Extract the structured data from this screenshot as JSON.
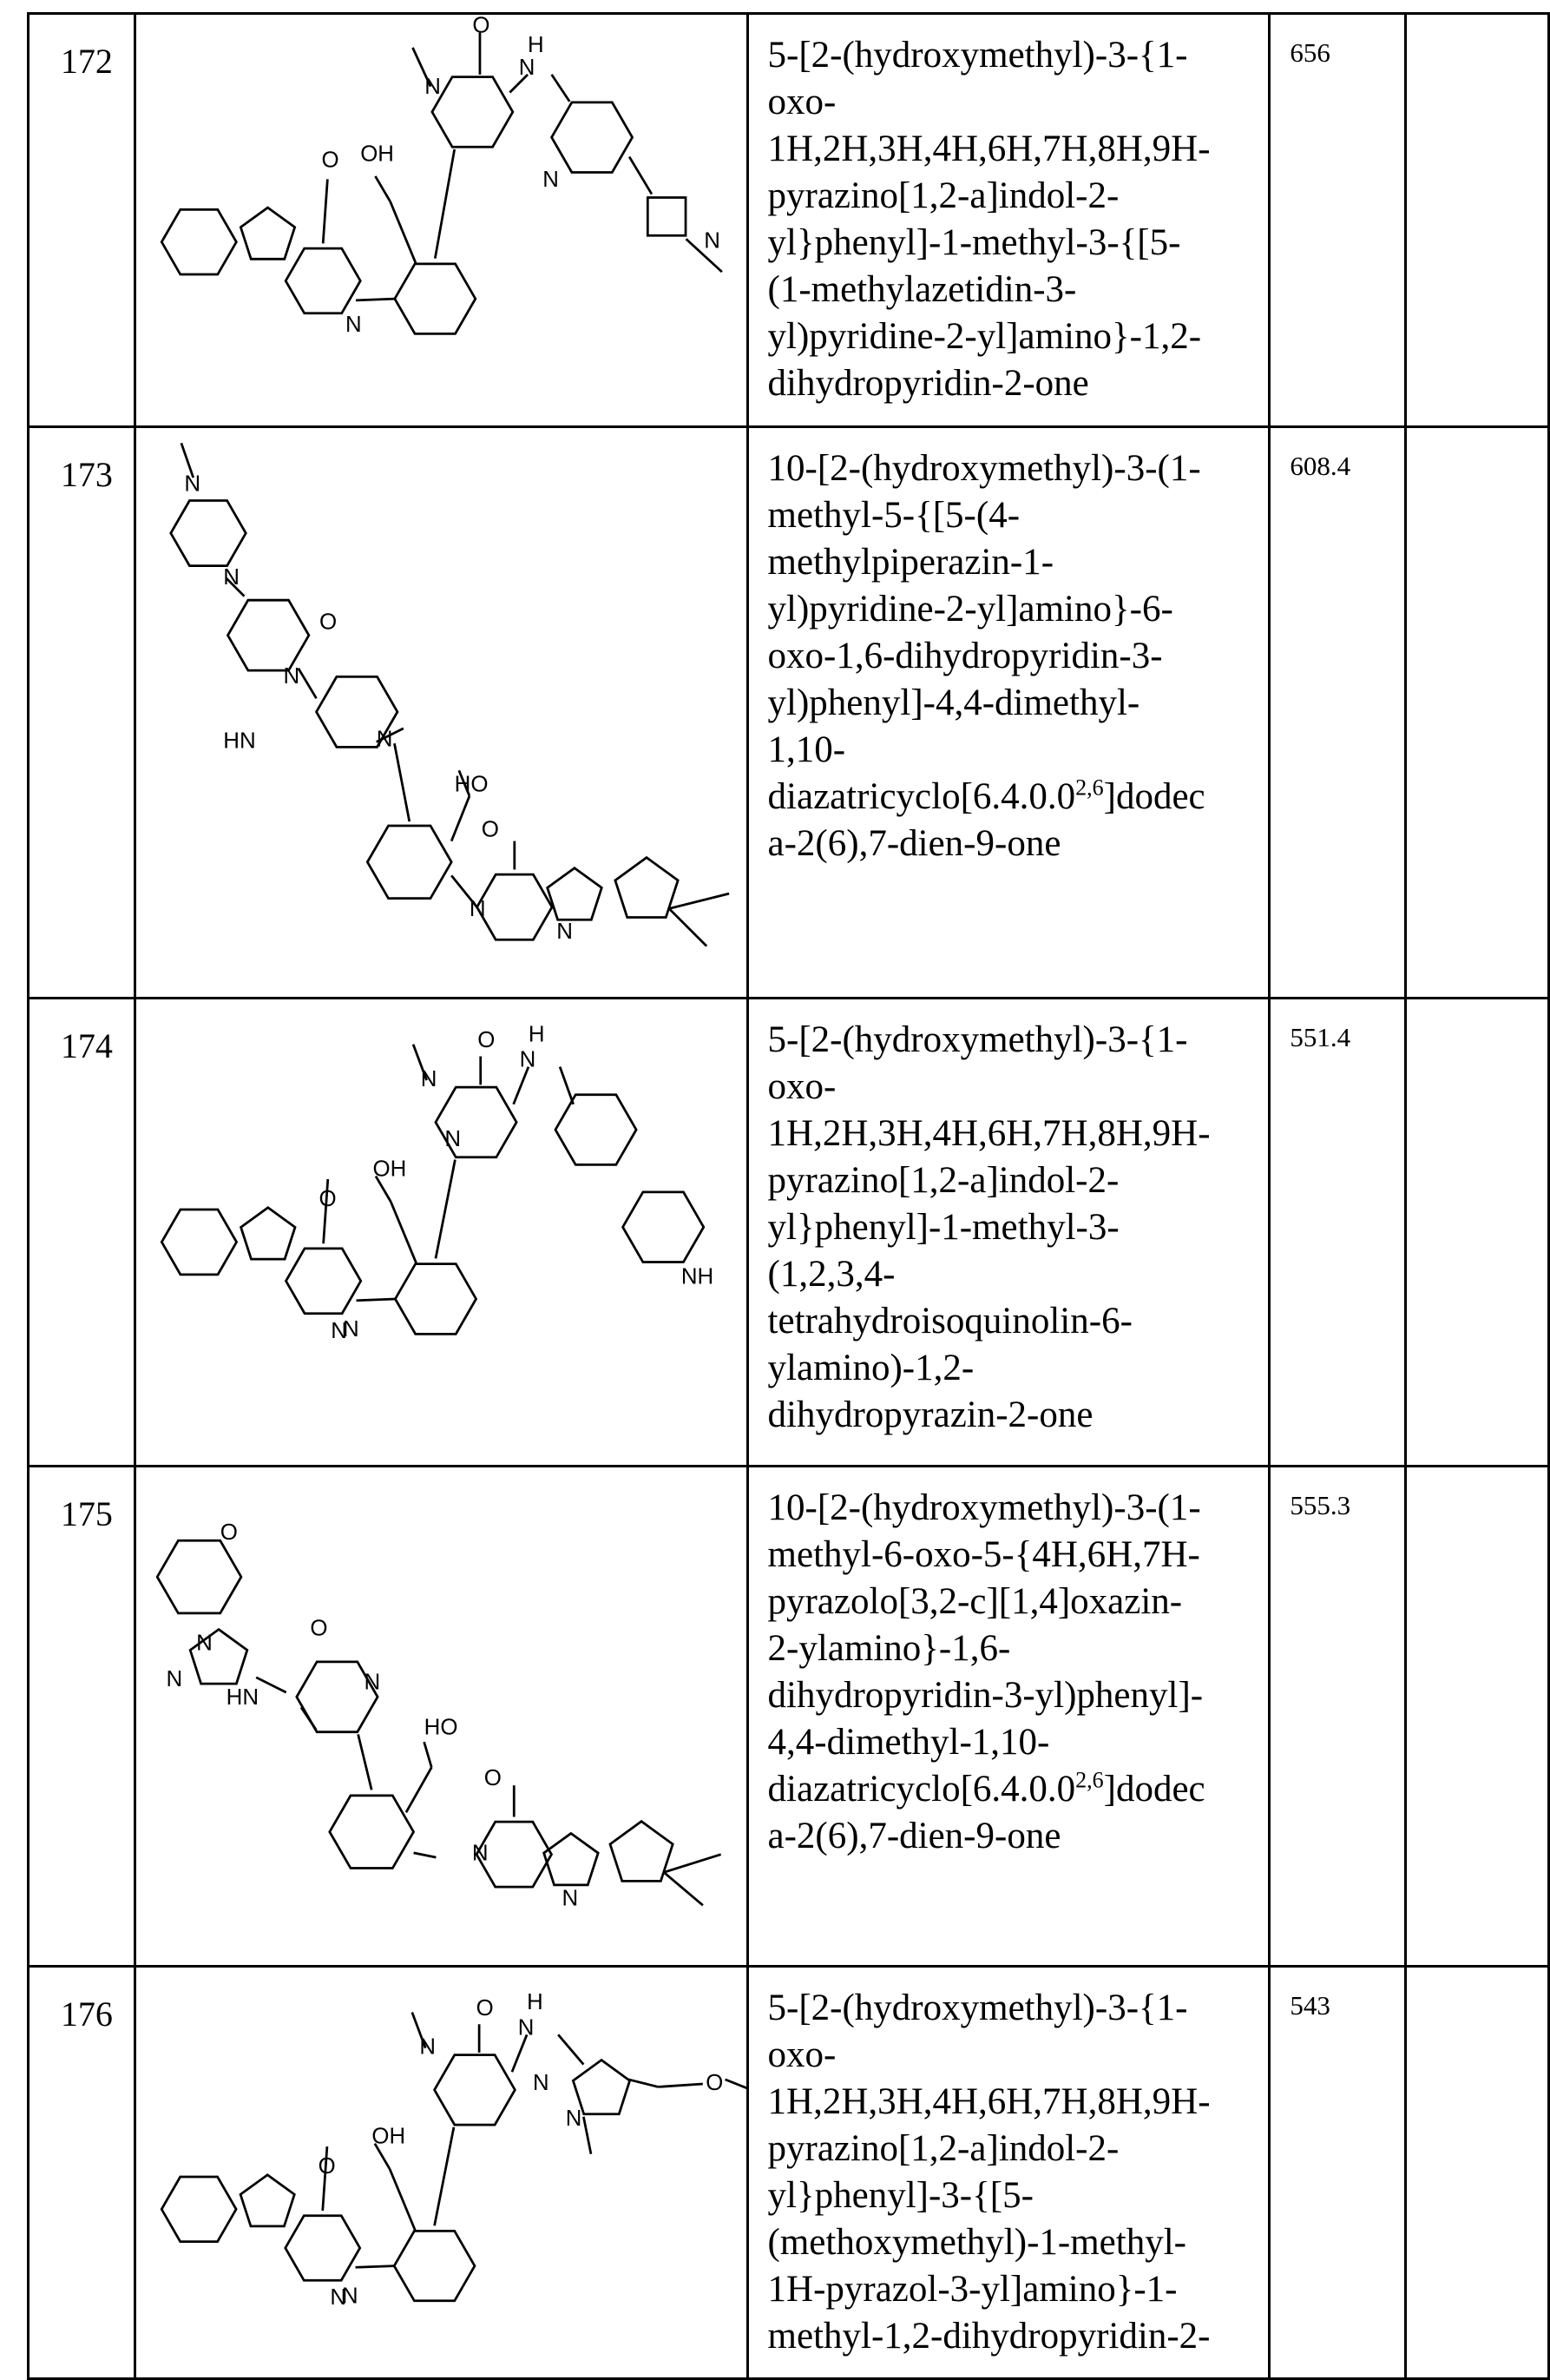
{
  "rows": [
    {
      "number": "172",
      "mw": "656",
      "name_lines": [
        {
          "text": "5-[2-(hydroxymethyl)-3-{1-"
        },
        {
          "text": "oxo-"
        },
        {
          "text": "1H,2H,3H,4H,6H,7H,8H,9H-"
        },
        {
          "text": "pyrazino[1,2-a]indol-2-"
        },
        {
          "text": "yl}phenyl]-1-methyl-3-{[5-"
        },
        {
          "text": "(1-methylazetidin-3-"
        },
        {
          "text": "yl)pyridine-2-yl]amino}-1,2-"
        },
        {
          "text": "dihydropyridin-2-one"
        }
      ],
      "structure_labels": [
        "O",
        "N",
        "OH",
        "N",
        "O",
        "H",
        "N",
        "N",
        "N"
      ]
    },
    {
      "number": "173",
      "mw": "608.4",
      "name_lines": [
        {
          "text": "10-[2-(hydroxymethyl)-3-(1-"
        },
        {
          "text": "methyl-5-{[5-(4-"
        },
        {
          "text": "methylpiperazin-1-"
        },
        {
          "text": "yl)pyridine-2-yl]amino}-6-"
        },
        {
          "text": "oxo-1,6-dihydropyridin-3-"
        },
        {
          "text": "yl)phenyl]-4,4-dimethyl-"
        },
        {
          "text": "1,10-"
        },
        {
          "text": "diazatricyclo[6.4.0.0",
          "sup": "2,6",
          "after": "]dodec"
        },
        {
          "text": "a-2(6),7-dien-9-one"
        }
      ],
      "structure_labels": [
        "N",
        "N",
        "N",
        "HN",
        "O",
        "N",
        "HO",
        "O",
        "N",
        "N"
      ]
    },
    {
      "number": "174",
      "mw": "551.4",
      "name_lines": [
        {
          "text": "5-[2-(hydroxymethyl)-3-{1-"
        },
        {
          "text": "oxo-"
        },
        {
          "text": "1H,2H,3H,4H,6H,7H,8H,9H-"
        },
        {
          "text": "pyrazino[1,2-a]indol-2-"
        },
        {
          "text": "yl}phenyl]-1-methyl-3-"
        },
        {
          "text": "(1,2,3,4-"
        },
        {
          "text": "tetrahydroisoquinolin-6-"
        },
        {
          "text": "ylamino)-1,2-"
        },
        {
          "text": "dihydropyrazin-2-one"
        }
      ],
      "structure_labels": [
        "O",
        "N",
        "H",
        "N",
        "N",
        "OH",
        "O",
        "N",
        "N",
        "NH"
      ]
    },
    {
      "number": "175",
      "mw": "555.3",
      "name_lines": [
        {
          "text": "10-[2-(hydroxymethyl)-3-(1-"
        },
        {
          "text": "methyl-6-oxo-5-{4H,6H,7H-"
        },
        {
          "text": "pyrazolo[3,2-c][1,4]oxazin-"
        },
        {
          "text": "2-ylamino}-1,6-"
        },
        {
          "text": "dihydropyridin-3-yl)phenyl]-"
        },
        {
          "text": "4,4-dimethyl-1,10-"
        },
        {
          "text": "diazatricyclo[6.4.0.0",
          "sup": "2,6",
          "after": "]dodec"
        },
        {
          "text": "a-2(6),7-dien-9-one"
        }
      ],
      "structure_labels": [
        "O",
        "N",
        "N",
        "HN",
        "O",
        "N",
        "HO",
        "O",
        "N",
        "N"
      ]
    },
    {
      "number": "176",
      "mw": "543",
      "name_lines": [
        {
          "text": "5-[2-(hydroxymethyl)-3-{1-"
        },
        {
          "text": "oxo-"
        },
        {
          "text": "1H,2H,3H,4H,6H,7H,8H,9H-"
        },
        {
          "text": "pyrazino[1,2-a]indol-2-"
        },
        {
          "text": "yl}phenyl]-3-{[5-"
        },
        {
          "text": "(methoxymethyl)-1-methyl-"
        },
        {
          "text": "1H-pyrazol-3-yl]amino}-1-"
        },
        {
          "text": "methyl-1,2-dihydropyridin-2-"
        }
      ],
      "structure_labels": [
        "O",
        "N",
        "H",
        "N",
        "N",
        "N",
        "O",
        "OH",
        "O",
        "N",
        "N"
      ]
    }
  ]
}
